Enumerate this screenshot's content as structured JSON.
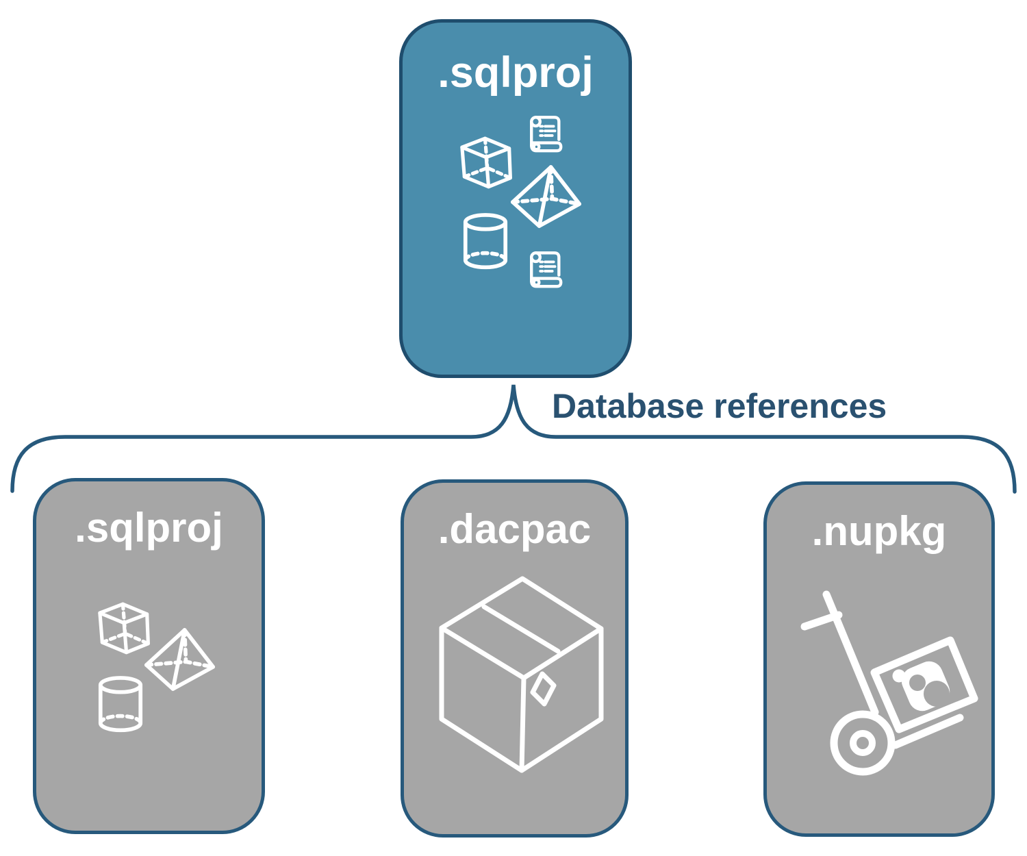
{
  "canvas_background": "#ffffff",
  "root_node": {
    "label": ".sqlproj",
    "fill_color": "#4a8dac",
    "border_color": "#1f4d6d",
    "icons": [
      "scroll-icon",
      "cube-icon",
      "pyramid-icon",
      "cylinder-icon",
      "scroll-icon"
    ]
  },
  "connector": {
    "label": "Database references",
    "line_color": "#27597c",
    "label_color": "#2a5170"
  },
  "child_style": {
    "fill_color": "#a6a6a6",
    "border_color": "#27597c"
  },
  "child_nodes": [
    {
      "label": ".sqlproj",
      "icons": [
        "cube-icon",
        "pyramid-icon",
        "cylinder-icon"
      ]
    },
    {
      "label": ".dacpac",
      "icons": [
        "package-box-icon"
      ]
    },
    {
      "label": ".nupkg",
      "icons": [
        "hand-truck-nuget-icon"
      ]
    }
  ]
}
